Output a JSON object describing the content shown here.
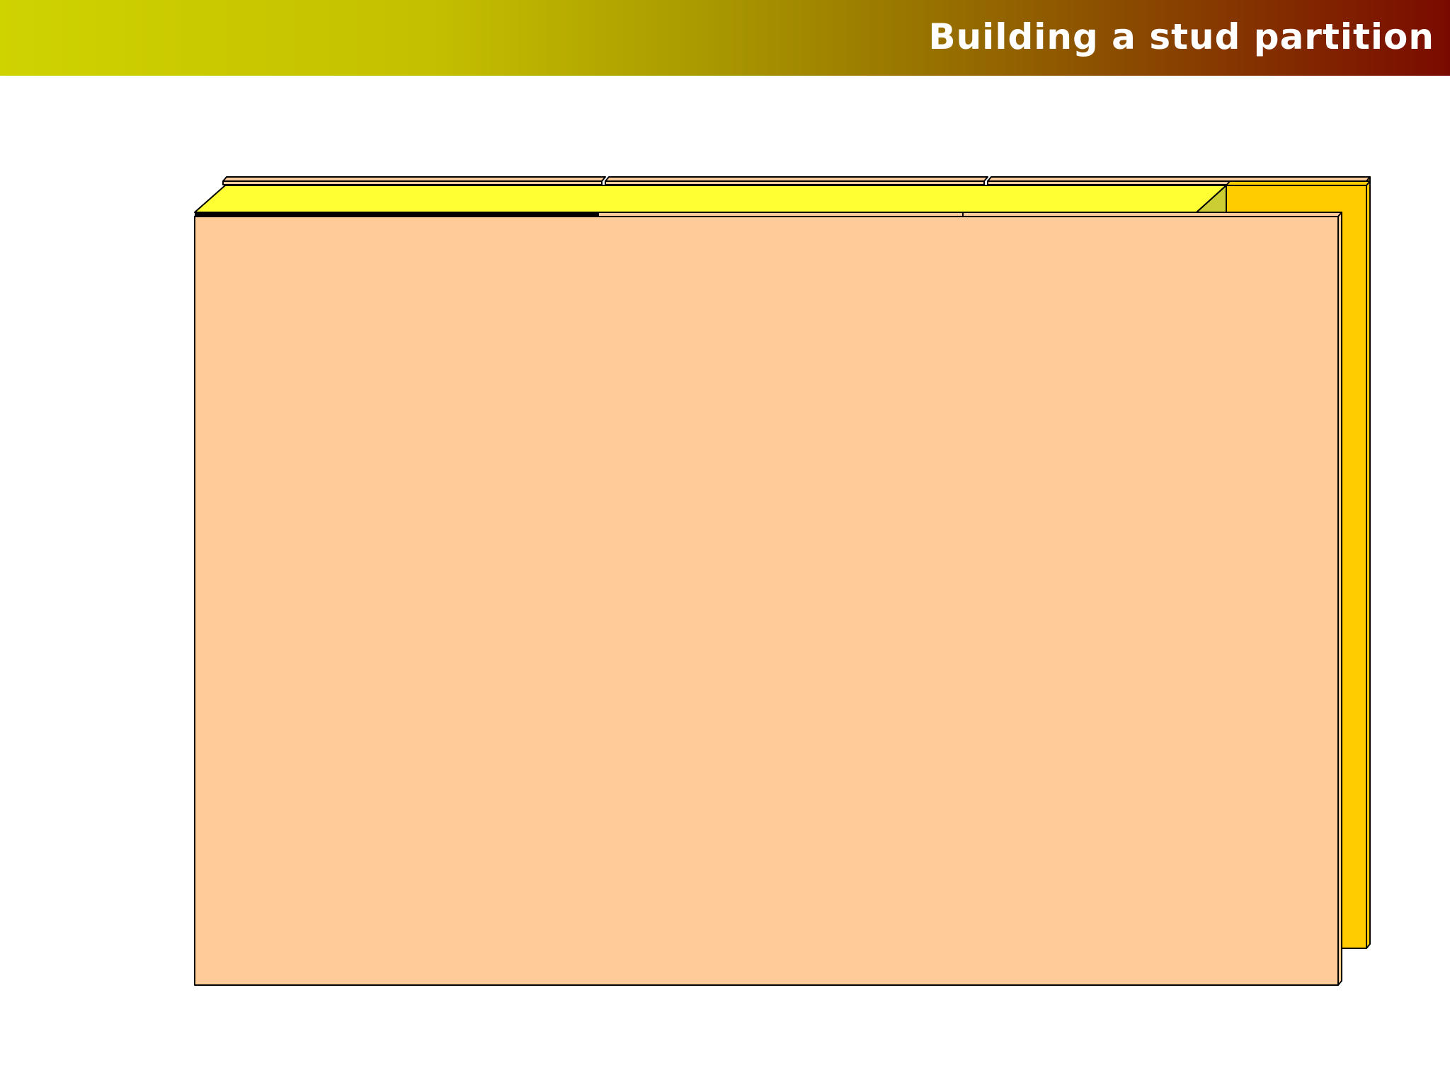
{
  "slide": {
    "title": "Building a stud partition"
  },
  "diagram": {
    "kind": "3d-illustration",
    "parts": [
      {
        "name": "back-plasterboard-sheets",
        "count": 3
      },
      {
        "name": "timber-head-plate",
        "color": "#ffff33"
      },
      {
        "name": "timber-end-stud",
        "color": "#ffcc00"
      },
      {
        "name": "front-plasterboard-sheets",
        "count": 3
      }
    ]
  },
  "colors": {
    "plasterboard": "#ffcc99",
    "plate_top": "#ffff33",
    "plate_end": "#cccc33",
    "stud": "#ffcc00",
    "outline": "#000000",
    "title_text": "#ffffff"
  }
}
